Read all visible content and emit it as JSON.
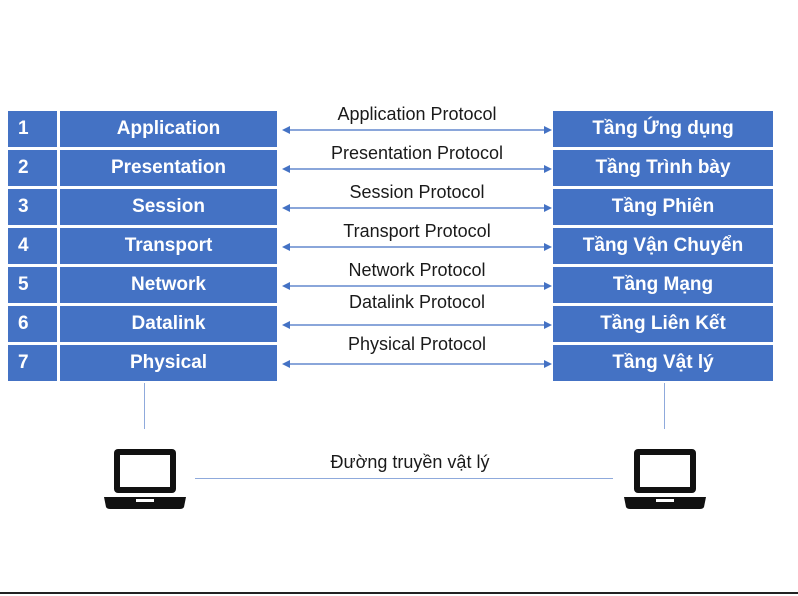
{
  "layers": [
    {
      "number": "1",
      "name": "Application",
      "protocol": "Application Protocol",
      "translation": "Tầng Ứng dụng"
    },
    {
      "number": "2",
      "name": "Presentation",
      "protocol": "Presentation Protocol",
      "translation": "Tầng Trình bày"
    },
    {
      "number": "3",
      "name": "Session",
      "protocol": "Session Protocol",
      "translation": "Tầng Phiên"
    },
    {
      "number": "4",
      "name": "Transport",
      "protocol": "Transport Protocol",
      "translation": "Tầng Vận Chuyển"
    },
    {
      "number": "5",
      "name": "Network",
      "protocol": "Network Protocol",
      "translation": "Tầng Mạng"
    },
    {
      "number": "6",
      "name": "Datalink",
      "protocol": "Datalink Protocol",
      "translation": "Tầng Liên Kết"
    },
    {
      "number": "7",
      "name": "Physical",
      "protocol": "Physical Protocol",
      "translation": "Tầng Vật lý"
    }
  ],
  "physical_link": {
    "label": "Đường truyền vật lý"
  },
  "colors": {
    "cell": "#4472c4",
    "line": "#8faadc",
    "arrow": "#4472c4"
  },
  "icons": [
    "laptop-icon",
    "double-arrow-icon"
  ]
}
